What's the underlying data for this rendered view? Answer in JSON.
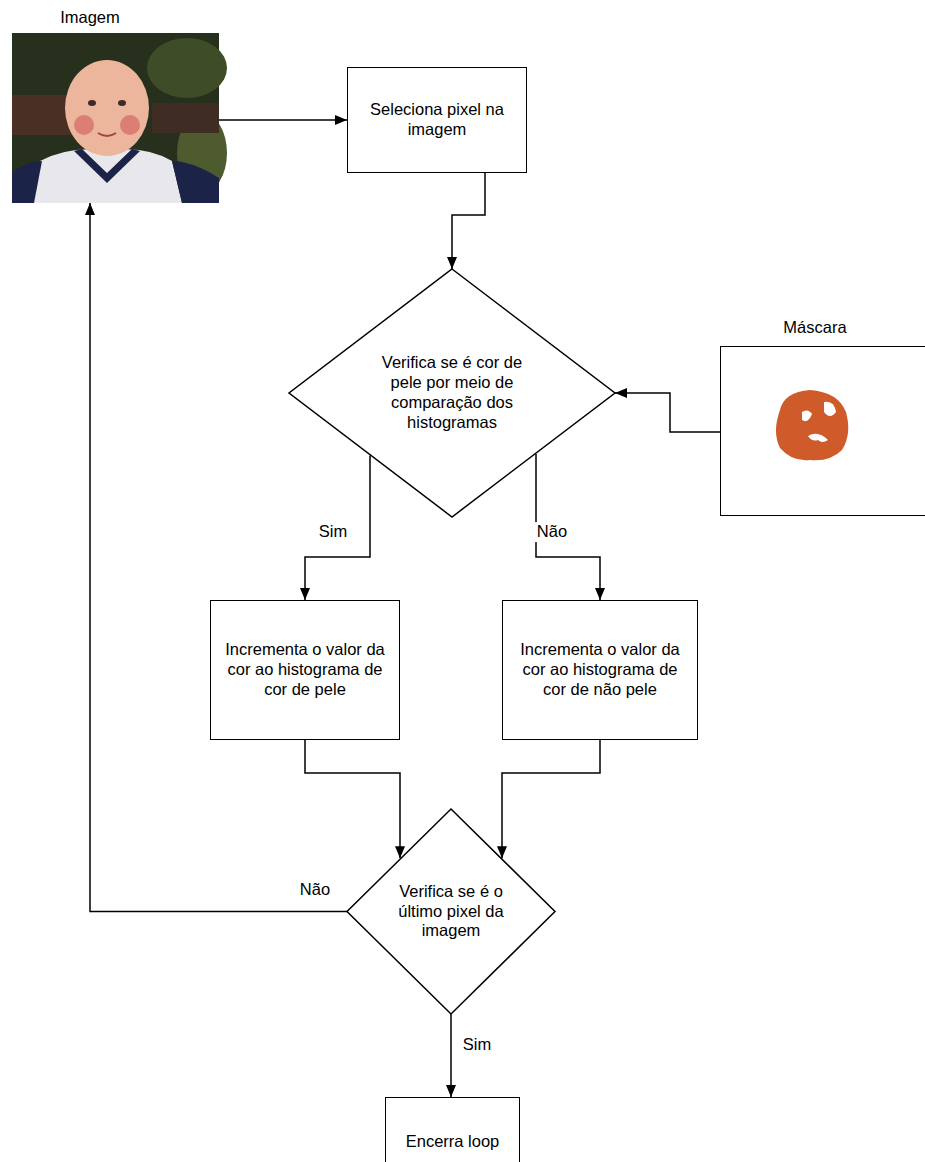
{
  "diagram": {
    "nodes": [
      {
        "text": [
          "Imagem"
        ]
      },
      {
        "text": [
          "Seleciona pixel na imagem"
        ]
      },
      {
        "text": [
          "Verifica se é cor de pele por meio de comparação dos histogramas"
        ]
      },
      {
        "text": [
          "Máscara"
        ]
      },
      {
        "text": [
          "Incrementa o valor da cor ao histograma de cor de pele"
        ]
      },
      {
        "text": [
          "Incrementa o valor da cor ao histograma de cor de não pele"
        ]
      },
      {
        "text": [
          "Verifica se é o último pixel da imagem"
        ]
      },
      {
        "text": [
          "Encerra loop"
        ]
      }
    ],
    "edges": [
      {
        "from": 0,
        "to": 1,
        "arrow": "to"
      },
      {
        "from": 1,
        "to": 2,
        "arrow": "to"
      },
      {
        "from": 3,
        "to": 2,
        "arrow": "to"
      },
      {
        "from": 2,
        "to": 4,
        "label": "Sim",
        "arrow": "to"
      },
      {
        "from": 2,
        "to": 5,
        "label": "Não",
        "arrow": "to"
      },
      {
        "from": 4,
        "to": 6,
        "arrow": "to"
      },
      {
        "from": 5,
        "to": 6,
        "arrow": "to"
      },
      {
        "from": 6,
        "to": 0,
        "label": "Não",
        "arrow": "to"
      },
      {
        "from": 6,
        "to": 7,
        "label": "Sim",
        "arrow": "to"
      }
    ]
  }
}
